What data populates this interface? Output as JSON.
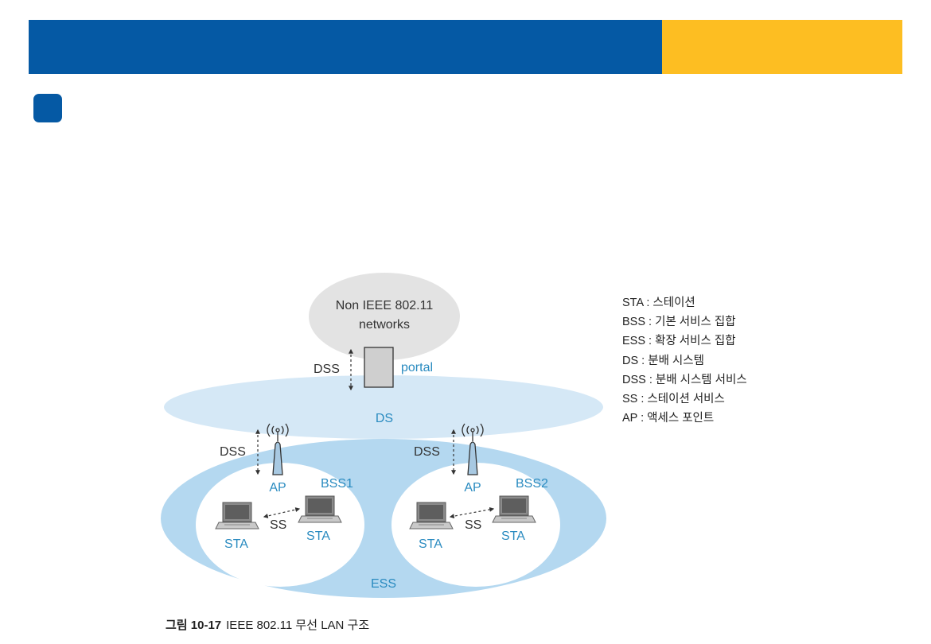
{
  "header": {
    "colors": {
      "primary": "#0559a4",
      "accent": "#fdbe22"
    }
  },
  "diagram": {
    "non_ieee_label_line1": "Non IEEE 802.11",
    "non_ieee_label_line2": "networks",
    "portal_label": "portal",
    "ds_label": "DS",
    "dss_labels": [
      "DSS",
      "DSS",
      "DSS"
    ],
    "ap_labels": [
      "AP",
      "AP"
    ],
    "bss_labels": [
      "BSS1",
      "BSS2"
    ],
    "ss_labels": [
      "SS",
      "SS"
    ],
    "sta_labels": [
      "STA",
      "STA",
      "STA",
      "STA"
    ],
    "ess_label": "ESS",
    "colors": {
      "cloud": "#e3e3e3",
      "ds_ellipse": "#d5e8f6",
      "ess_ellipse": "#b4d8f0",
      "label_blue": "#2a8bc0",
      "label_dark": "#333333"
    },
    "icons": [
      "antenna-icon",
      "laptop-icon",
      "portal-box-icon"
    ]
  },
  "legend": {
    "items": [
      "STA : 스테이션",
      "BSS : 기본 서비스 집합",
      "ESS : 확장 서비스 집합",
      "DS : 분배 시스템",
      "DSS : 분배 시스템 서비스",
      "SS : 스테이션 서비스",
      "AP : 액세스 포인트"
    ]
  },
  "caption": {
    "number": "그림 10-17",
    "title": "IEEE 802.11 무선 LAN 구조"
  }
}
